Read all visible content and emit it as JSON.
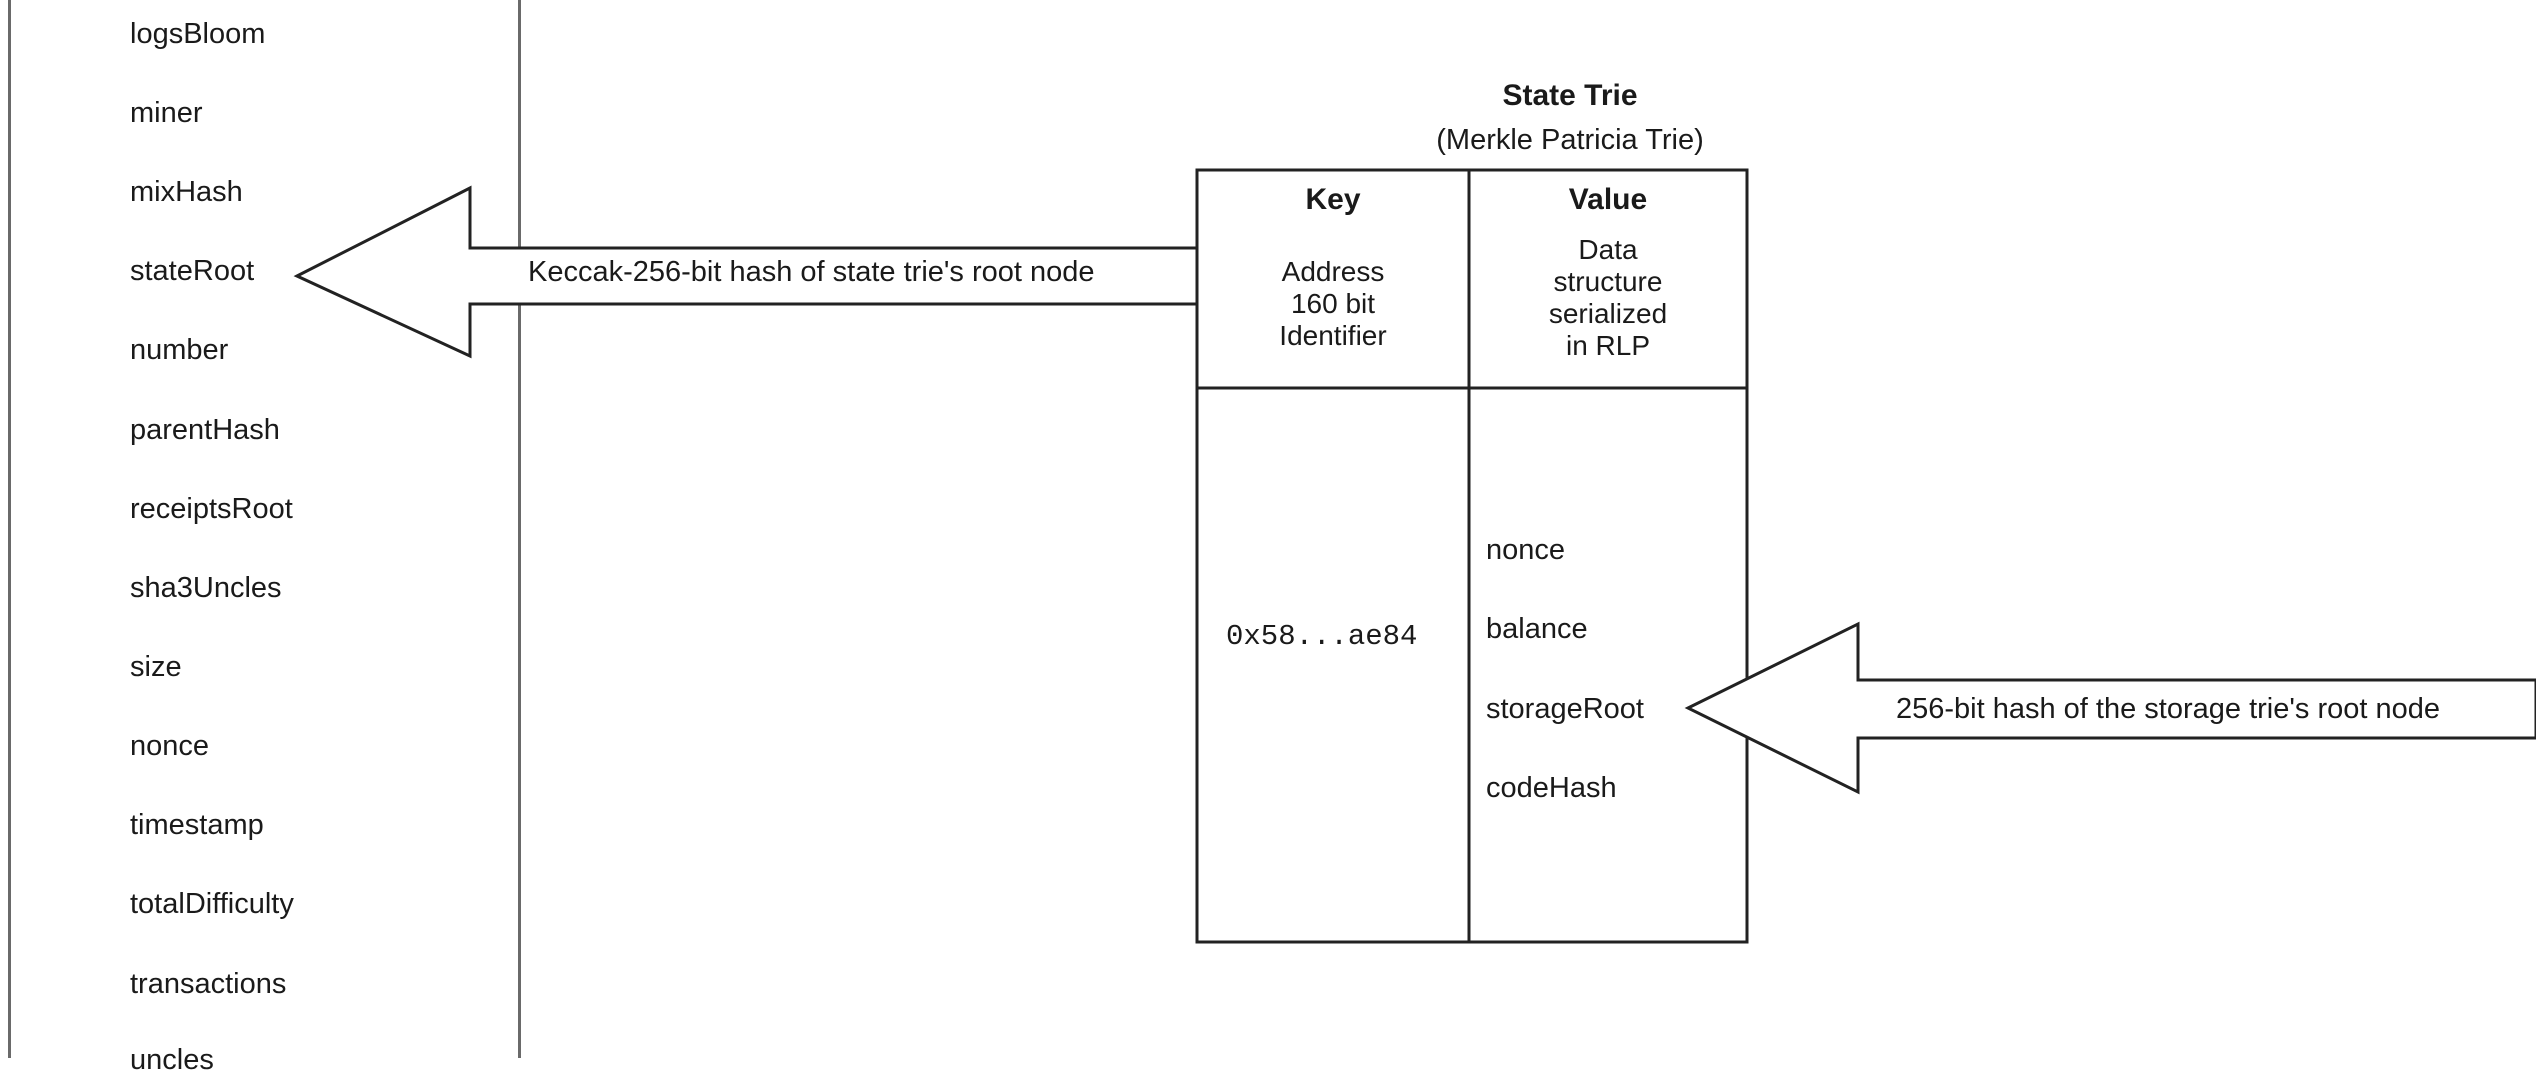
{
  "block_fields": [
    "logsBloom",
    "miner",
    "mixHash",
    "stateRoot",
    "number",
    "parentHash",
    "receiptsRoot",
    "sha3Uncles",
    "size",
    "nonce",
    "timestamp",
    "totalDifficulty",
    "transactions",
    "uncles"
  ],
  "state_trie": {
    "title": "State Trie",
    "subtitle": "(Merkle Patricia Trie)",
    "key_header": "Key",
    "value_header": "Value",
    "key_description": [
      "Address",
      "160 bit",
      "Identifier"
    ],
    "value_description": [
      "Data",
      "structure",
      "serialized",
      "in RLP"
    ],
    "key_example": "0x58...ae84",
    "value_fields": [
      "nonce",
      "balance",
      "storageRoot",
      "codeHash"
    ]
  },
  "arrows": {
    "state_root_label": "Keccak-256-bit hash of state trie's root node",
    "storage_root_label": "256-bit hash of the storage trie's root node"
  }
}
